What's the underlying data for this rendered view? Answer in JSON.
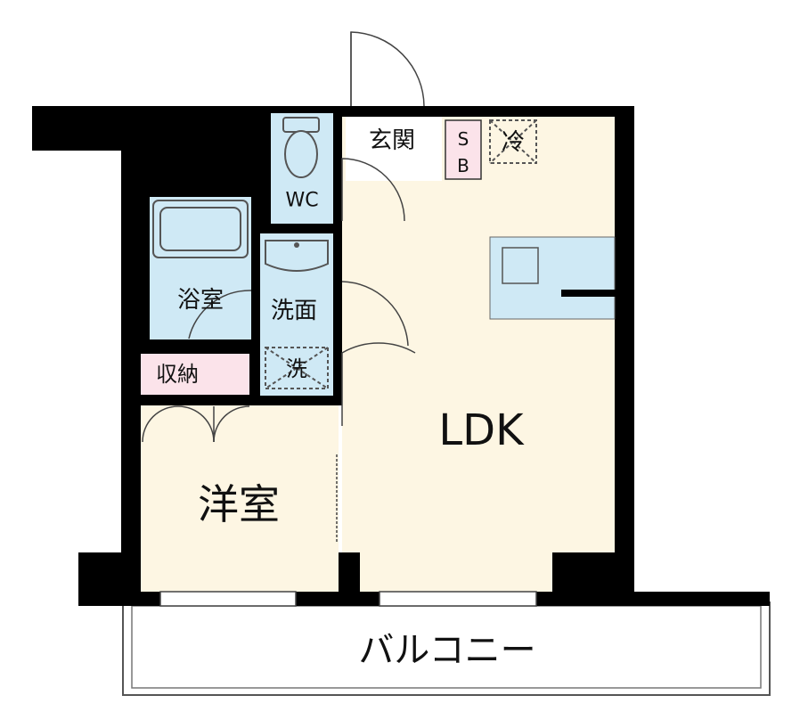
{
  "labels": {
    "entrance": "玄関",
    "shoe_box_s": "S",
    "shoe_box_b": "B",
    "fridge": "冷",
    "toilet": "WC",
    "bath": "浴室",
    "washroom": "洗面",
    "washer": "洗",
    "storage": "収納",
    "western_room": "洋室",
    "ldk": "LDK",
    "balcony": "バルコニー"
  },
  "colors": {
    "wall": "#000000",
    "room_floor": "#fdf6e3",
    "wet_area": "#cfe9f5",
    "storage": "#fbe3ea",
    "line": "#333333"
  }
}
